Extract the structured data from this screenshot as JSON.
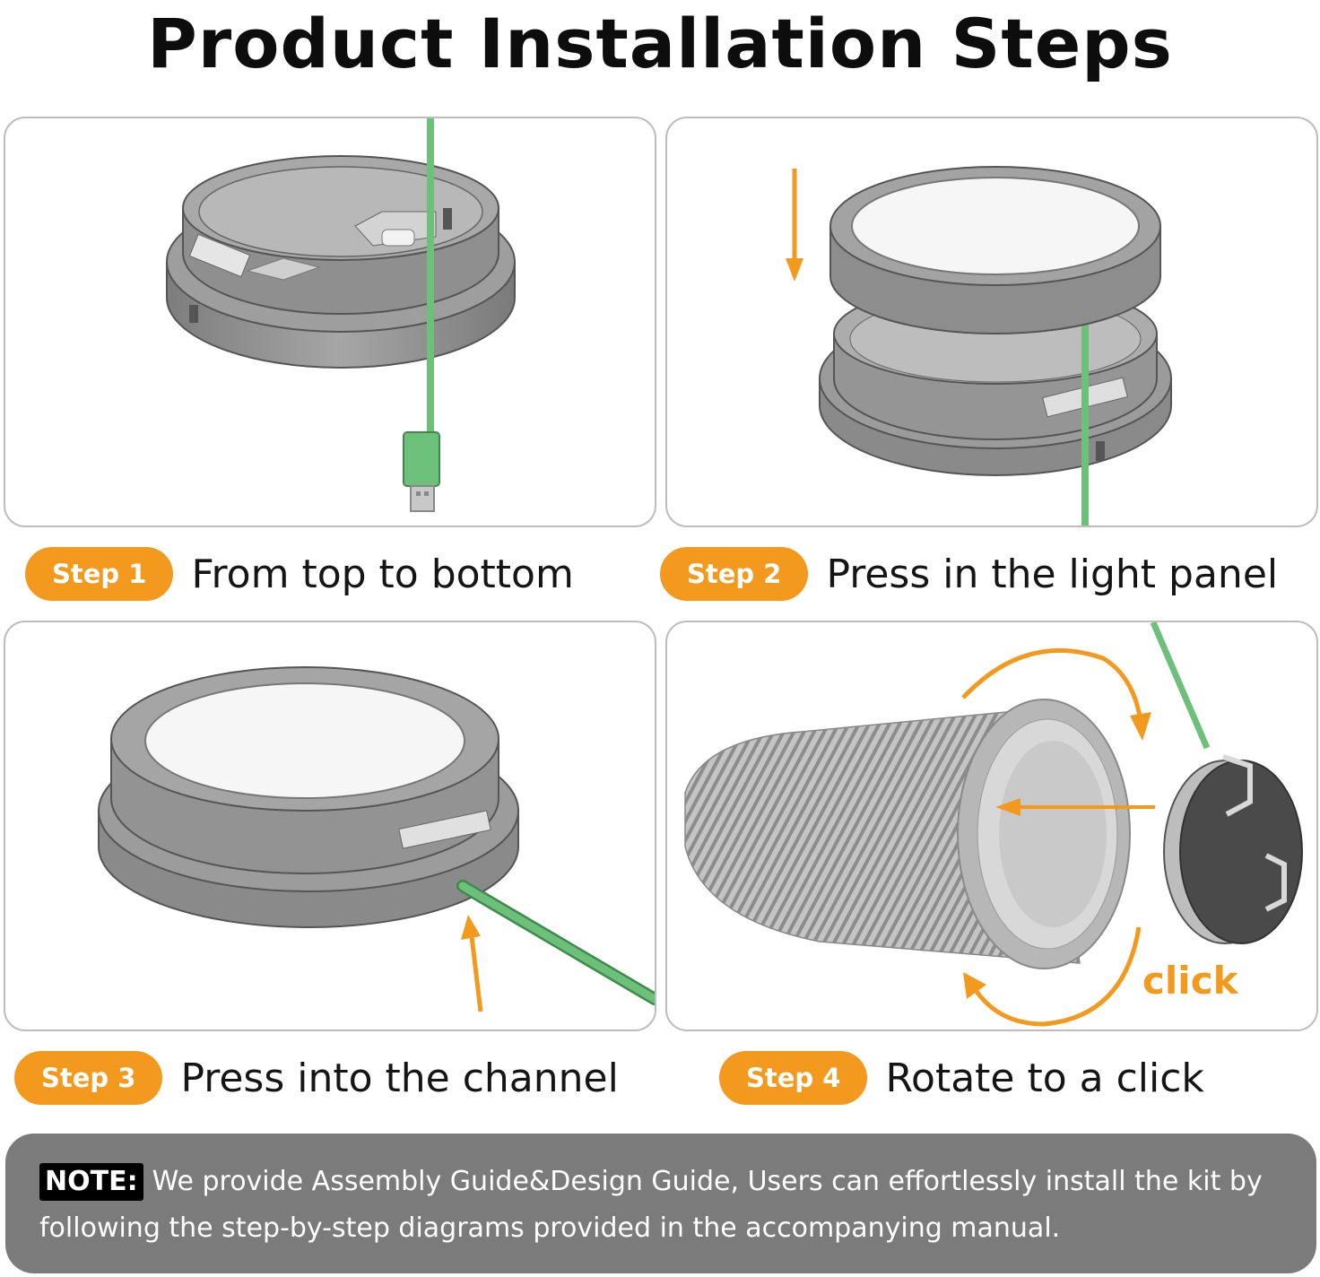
{
  "page": {
    "title": "Product Installation Steps"
  },
  "colors": {
    "accent": "#f39a1e",
    "cable": "#6cc07a",
    "metal": "#9a9a9a",
    "note_background": "#7b7b7b"
  },
  "steps": [
    {
      "badge": "Step 1",
      "text": "From top to bottom",
      "illustration": "mount-ring-with-cable"
    },
    {
      "badge": "Step 2",
      "text": "Press in the light panel",
      "illustration": "panel-pressed-into-ring"
    },
    {
      "badge": "Step 3",
      "text": "Press into the channel",
      "illustration": "cable-pressed-into-channel"
    },
    {
      "badge": "Step 4",
      "text": "Rotate to a click",
      "illustration": "rotate-into-heatsink",
      "annotation": "click"
    }
  ],
  "note": {
    "label": "NOTE:",
    "text": "We provide  Assembly Guide&Design Guide, Users can effortlessly install the kit by following the step-by-step diagrams provided in the accompanying manual."
  }
}
